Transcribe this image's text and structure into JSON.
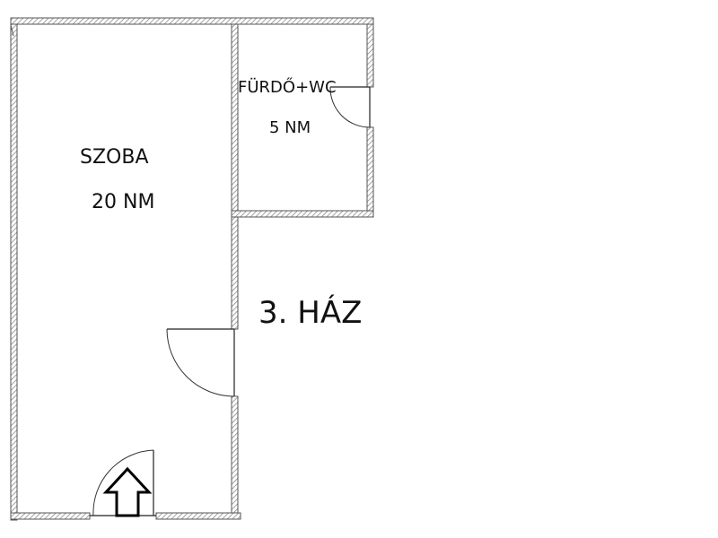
{
  "rooms": {
    "main": {
      "name": "SZOBA",
      "area": "20 NM"
    },
    "bath": {
      "name": "FÜRDŐ+WC",
      "area": "5 NM"
    }
  },
  "building": {
    "label": "3. HÁZ"
  },
  "icons": {
    "entrance": "entrance-arrow-icon"
  },
  "colors": {
    "wall": "#5a5a5a",
    "hatch": "#9a9a9a",
    "background": "#ffffff",
    "text": "#111111"
  }
}
